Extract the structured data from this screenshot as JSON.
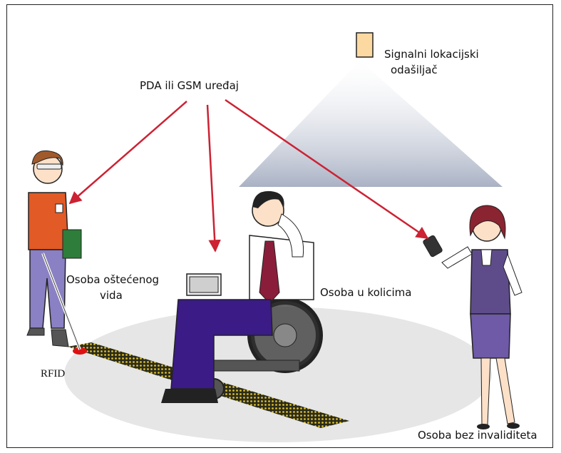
{
  "labels": {
    "beacon": "Signalni lokacijski",
    "beacon_line2": "odašiljač",
    "device": "PDA ili GSM uređaj",
    "visually_impaired": "Osoba oštećenog",
    "visually_impaired_line2": "vida",
    "wheelchair": "Osoba u kolicima",
    "able_bodied": "Osoba bez invaliditeta",
    "rfid": "RFID"
  },
  "colors": {
    "arrow": "#cc2233",
    "beacon": "#fbd9a1",
    "cone": "#a9b3c7",
    "floor": "#e8e8e8",
    "path": "#c9a800",
    "rfid_marker": "#dd1111"
  }
}
